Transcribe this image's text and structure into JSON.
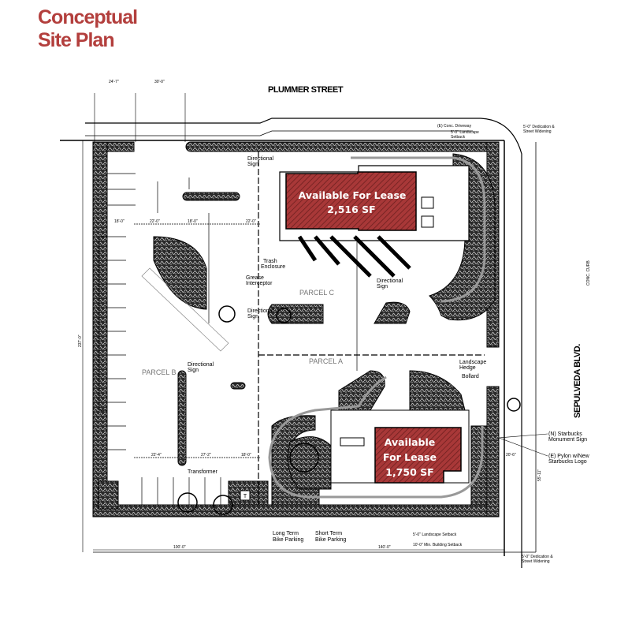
{
  "title": {
    "line1": "Conceptual",
    "line2": "Site Plan"
  },
  "colors": {
    "title": "#b33f3d",
    "lease_fill": "#a83838",
    "landscape": "#222222"
  },
  "streets": {
    "north": "PLUMMER STREET",
    "east": "SEPULVEDA BLVD.",
    "curb": "CONC. CURB"
  },
  "parcels": {
    "a": "PARCEL A",
    "b": "PARCEL B",
    "c": "PARCEL C"
  },
  "lease_spaces": [
    {
      "line1": "Available For Lease",
      "line2": "2,516 SF"
    },
    {
      "line1": "Available",
      "line2": "For Lease",
      "line3": "1,750 SF"
    }
  ],
  "labels": {
    "directional_sign_1": [
      "Directional",
      "Sign"
    ],
    "directional_sign_2": [
      "Directional",
      "Sign"
    ],
    "directional_sign_3": [
      "Directional",
      "Sign"
    ],
    "directional_sign_4": [
      "Directional",
      "Sign"
    ],
    "trash": [
      "Trash",
      "Enclosure"
    ],
    "grease": [
      "Grease",
      "Interceptor"
    ],
    "hedge": [
      "Landscape",
      "Hedge"
    ],
    "bollard": "Bollard",
    "monument": [
      "(N) Starbucks",
      "Monument Sign"
    ],
    "pylon": [
      "(E) Pylon w/New",
      "Starbucks Logo"
    ],
    "transformer": "Transformer",
    "long_bike": [
      "Long Term",
      "Bike Parking"
    ],
    "short_bike": [
      "Short Term",
      "Bike Parking"
    ],
    "setback_landscape": "5'-0\" Landscape Setback",
    "setback_building": "10'-0\" Min. Building Setback",
    "dedication_top": [
      "5'-0\" Dedication &",
      "Street Widening"
    ],
    "dedication_bottom": [
      "5'-0\" Dedication &",
      "Street Widening"
    ],
    "landscape_setback_top": [
      "5'-0\" Landscape",
      "Setback"
    ],
    "driveway_top": "(E) Conc. Driveway",
    "transformer_mark": "T"
  },
  "dimensions": {
    "bottom_left": "100'-0\"",
    "bottom_right": "140'-0\"",
    "left_total": "237'-0\"",
    "top_a": "24'-7\"",
    "top_b": "30'-0\"",
    "row_a": [
      "18'-0\"",
      "22'-0\"",
      "18'-0\"",
      "22'-0\""
    ],
    "row_b": [
      "22'-4\"",
      "27'-2\"",
      "18'-0\""
    ],
    "right_a": "20'-6\"",
    "right_b": "55'-11\""
  }
}
